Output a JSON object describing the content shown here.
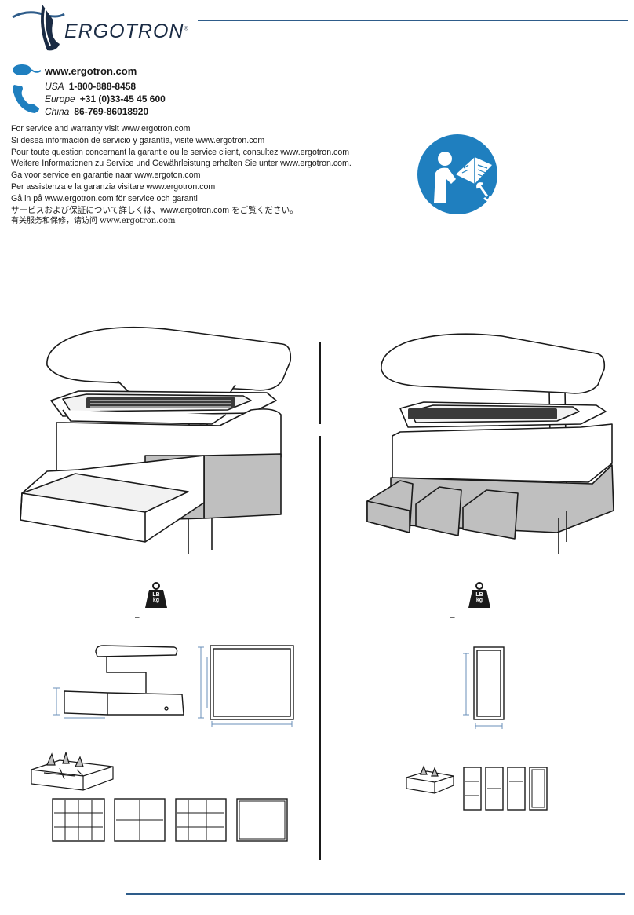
{
  "brand": {
    "name": "ERGOTRON",
    "reg": "®"
  },
  "contact": {
    "website": "www.ergotron.com",
    "phones": [
      {
        "region": "USA",
        "number": "1-800-888-8458"
      },
      {
        "region": "Europe",
        "number": "+31 (0)33-45 45 600"
      },
      {
        "region": "China",
        "number": "86-769-86018920"
      }
    ]
  },
  "service_lines": [
    "For service and warranty visit www.ergotron.com",
    "Si desea información de servicio y garantía, visite www.ergotron.com",
    "Pour toute question concernant la garantie ou le service client, consultez www.ergotron.com",
    "Weitere Informationen zu Service und Gewährleistung erhalten Sie unter www.ergotron.com.",
    "Ga voor service en garantie naar www.ergoton.com",
    "Per assistenza e la garanzia visitare www.ergotron.com",
    "Gå in på www.ergotron.com för service och garanti",
    "サービスおよび保証について詳しくは、www.ergotron.com をご覧ください。",
    "有关服务和保修，请访问 www.ergotron.com"
  ],
  "weight_badge": {
    "line1": "LB",
    "line2": "kg"
  },
  "weight_value_left": "–",
  "weight_value_right": "–",
  "colors": {
    "accent": "#2e5c8a",
    "icon_blue": "#1f7fbf",
    "drawer_gray": "#bfbfbf"
  }
}
